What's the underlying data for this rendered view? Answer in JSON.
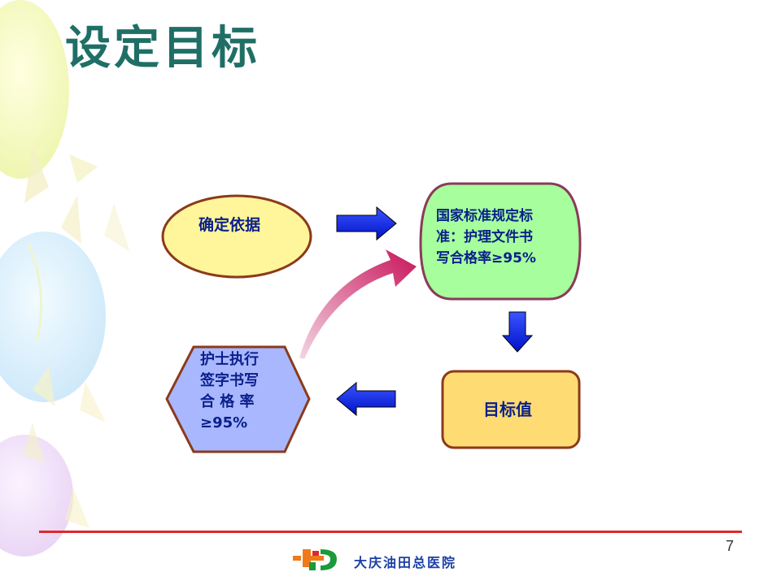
{
  "slide": {
    "title": "设定目标",
    "page_number": "7"
  },
  "diagram": {
    "node_basis": "确定依据",
    "node_standard_lines": [
      "国家标准规定标",
      "准：护理文件书",
      "写合格率≥95%"
    ],
    "node_target": "目标值",
    "node_nurse_lines": [
      "护士执行",
      "签字书写",
      "合 格 率",
      "≥95%"
    ]
  },
  "footer": {
    "hospital_name": "大庆油田总医院"
  },
  "colors": {
    "title": "#1f6f66",
    "node_text": "#0a1f8a",
    "ellipse_fill": "#fff59a",
    "standard_fill": "#a6ff9c",
    "target_fill": "#ffdc73",
    "hexagon_fill": "#a9b7ff",
    "node_border": "#8b3a1a",
    "arrow_blue": "#0b2cff",
    "arrow_magenta": "#c8145a",
    "footer_line": "#e0282d"
  }
}
